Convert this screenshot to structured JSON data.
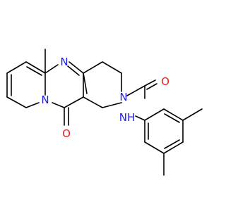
{
  "molecule": {
    "atom_labels": {
      "ring_n_top": "N",
      "ring_n_bridge": "N",
      "ring_n_piperidine": "N",
      "amide_nh": "NH",
      "ketone_o": "O",
      "amide_o": "O"
    },
    "colors": {
      "nitrogen": "#1f1fe6",
      "oxygen": "#e61e1e",
      "bond": "#000000",
      "background": "#ffffff"
    }
  }
}
